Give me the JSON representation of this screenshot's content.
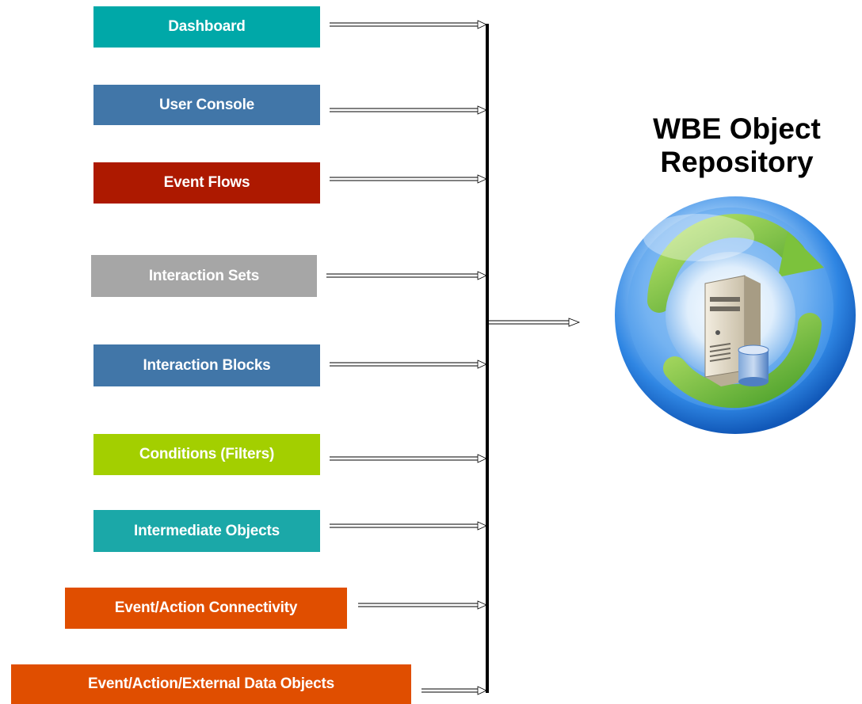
{
  "title": "WBE Object Repository",
  "icon": "repository-server-icon",
  "sources": [
    {
      "label": "Dashboard",
      "color": "#00a8a8"
    },
    {
      "label": "User Console",
      "color": "#4176a8"
    },
    {
      "label": "Event Flows",
      "color": "#ad1900"
    },
    {
      "label": "Interaction Sets",
      "color": "#a6a6a6"
    },
    {
      "label": "Interaction Blocks",
      "color": "#4176a8"
    },
    {
      "label": "Conditions (Filters)",
      "color": "#a3cf00"
    },
    {
      "label": "Intermediate Objects",
      "color": "#1ba8a8"
    },
    {
      "label": "Event/Action Connectivity",
      "color": "#e04e00"
    },
    {
      "label": "Event/Action/External Data Objects",
      "color": "#e04e00"
    }
  ]
}
